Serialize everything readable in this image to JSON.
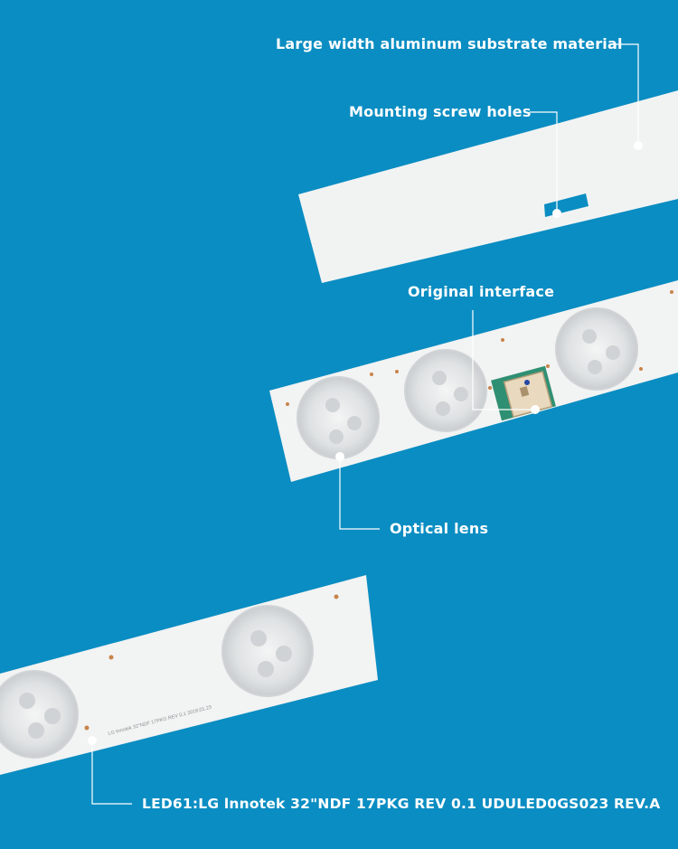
{
  "background_color": "#0a8dc2",
  "strip_color": "#f1f3f3",
  "callouts": {
    "substrate": "Large width aluminum substrate material",
    "screw_holes": "Mounting screw holes",
    "interface": "Original interface",
    "optical_lens": "Optical lens",
    "model": "LED61:LG lnnotek 32\"NDF 17PKG REV 0.1 UDULED0GS023 REV.A"
  },
  "strip_print": {
    "revision": "LG Innotek 32\"NDF 17PKG REV 0.1 2018.01.23"
  }
}
